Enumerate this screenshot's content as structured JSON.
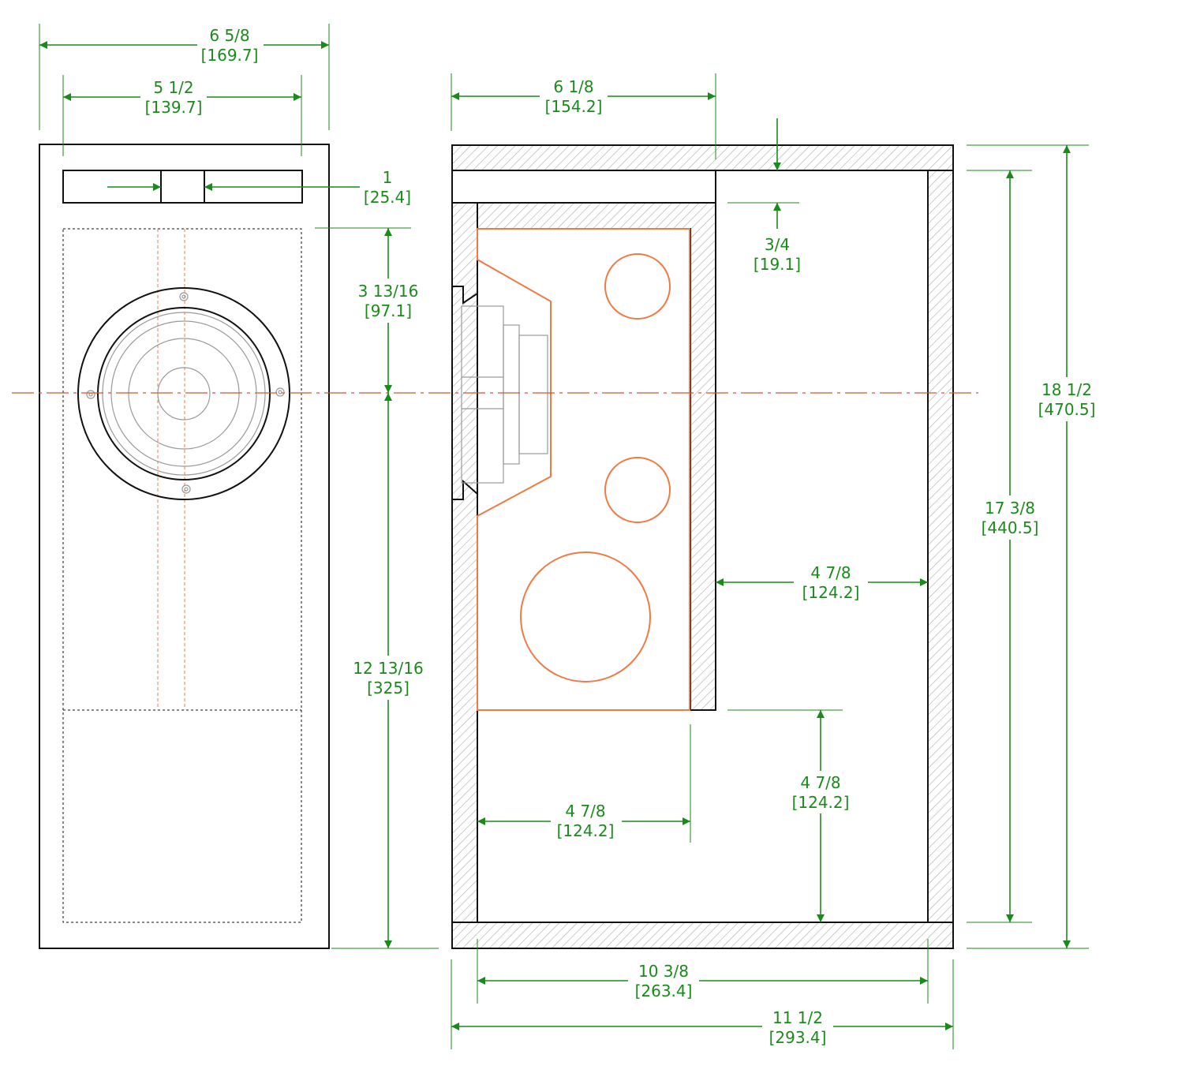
{
  "colors": {
    "dimension": "#1a8a1a",
    "outline": "#111111",
    "orange": "#ef7a45",
    "centerline": "#d9542f",
    "hatch": "#b0b0b0"
  },
  "front_view": {
    "overall_width": {
      "imperial": "6 5/8",
      "metric": "[169.7]"
    },
    "inner_width": {
      "imperial": "5 1/2",
      "metric": "[139.7]"
    },
    "port_height": {
      "imperial": "1",
      "metric": "[25.4]"
    },
    "driver_offset": {
      "imperial": "3 13/16",
      "metric": "[97.1]"
    },
    "driver_to_bottom": {
      "imperial": "12 13/16",
      "metric": "[325]"
    }
  },
  "side_view": {
    "top_depth": {
      "imperial": "6 1/8",
      "metric": "[154.2]"
    },
    "panel_thickness": {
      "imperial": "3/4",
      "metric": "[19.1]"
    },
    "chamber_depth": {
      "imperial": "4 7/8",
      "metric": "[124.2]"
    },
    "bottom_gap": {
      "imperial": "4 7/8",
      "metric": "[124.2]"
    },
    "baffle_depth": {
      "imperial": "4 7/8",
      "metric": "[124.2]"
    },
    "inner_depth": {
      "imperial": "10 3/8",
      "metric": "[263.4]"
    },
    "overall_depth": {
      "imperial": "11 1/2",
      "metric": "[293.4]"
    },
    "inner_height": {
      "imperial": "17 3/8",
      "metric": "[440.5]"
    },
    "overall_height": {
      "imperial": "18 1/2",
      "metric": "[470.5]"
    }
  }
}
